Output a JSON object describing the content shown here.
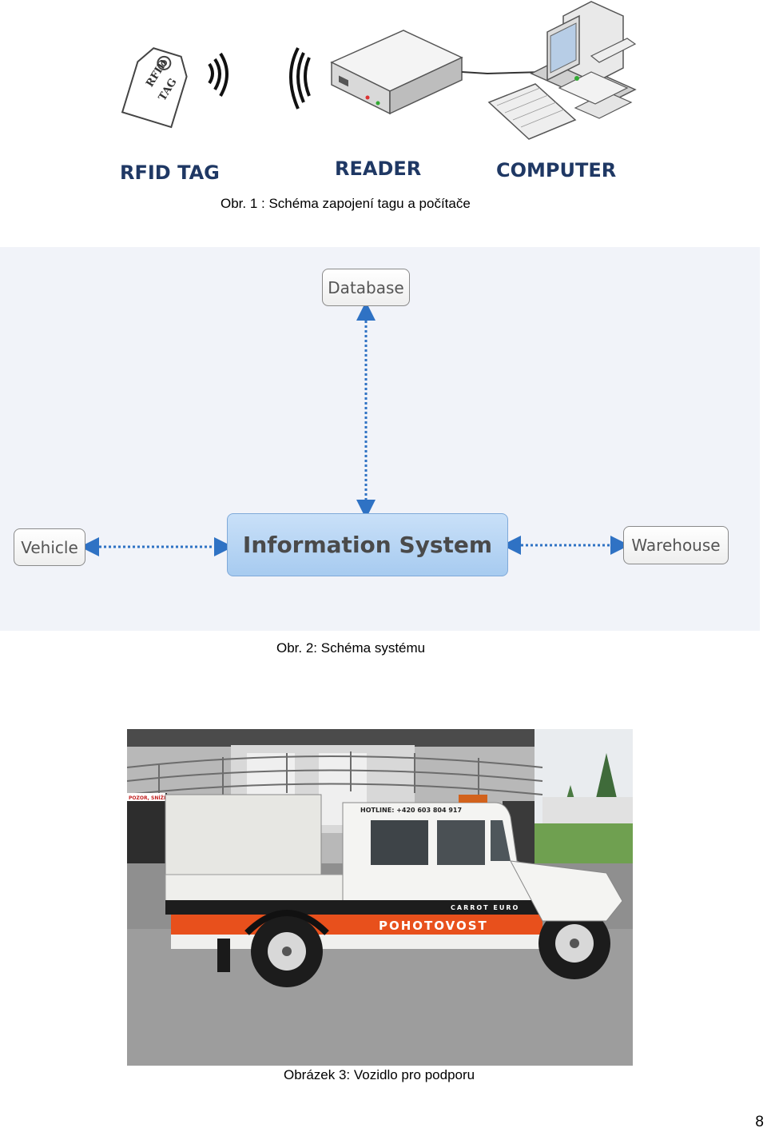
{
  "figure1": {
    "tag_text": [
      "RFID",
      "TAG"
    ],
    "labels": {
      "tag": "RFID TAG",
      "reader": "READER",
      "computer": "COMPUTER"
    },
    "caption": "Obr. 1 : Schéma zapojení tagu a počítače",
    "colors": {
      "label": "#1f3864"
    }
  },
  "figure2": {
    "nodes": {
      "database": "Database",
      "information_system": "Information System",
      "vehicle": "Vehicle",
      "warehouse": "Warehouse"
    },
    "caption": "Obr. 2: Schéma systému",
    "colors": {
      "arrow": "#2f72c4",
      "background": "#f1f3f9",
      "main_node": "#b9d6f4"
    }
  },
  "figure3": {
    "vehicle_texts": {
      "hotline": "HOTLINE: +420 603 804 917",
      "brand": "CARROT EURO",
      "stripe": "POHOTOVOST",
      "building_sign": "POZOR, SNÍŽE"
    },
    "caption": "Obrázek 3: Vozidlo pro podporu",
    "colors": {
      "stripe_orange": "#e8501c",
      "body_white": "#f4f4f2"
    }
  },
  "page": {
    "number": "8"
  }
}
